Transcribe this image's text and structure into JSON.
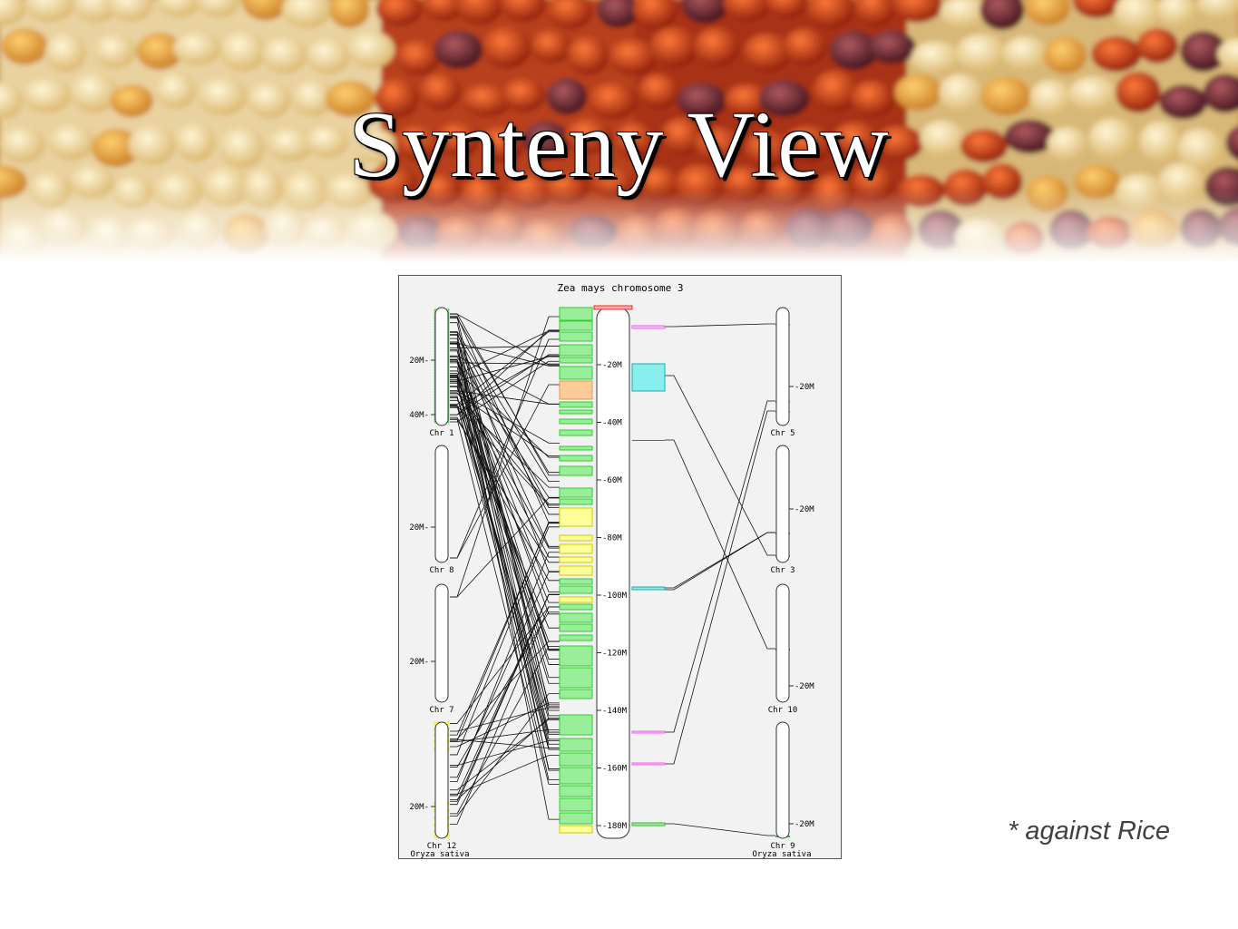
{
  "slide": {
    "title": "Synteny View",
    "footnote": "* against Rice"
  },
  "figure": {
    "title": "Zea mays chromosome 3",
    "left_species": "Oryza sativa",
    "right_species": "Oryza sativa",
    "center_ticks": [
      "20M",
      "40M",
      "60M",
      "80M",
      "100M",
      "120M",
      "140M",
      "160M",
      "180M"
    ],
    "left_chromosomes": [
      {
        "label": "Chr 1",
        "ticks": [
          "20M",
          "40M"
        ]
      },
      {
        "label": "Chr 8",
        "ticks": [
          "20M"
        ]
      },
      {
        "label": "Chr 7",
        "ticks": [
          "20M"
        ]
      },
      {
        "label": "Chr 12",
        "ticks": [
          "20M"
        ]
      }
    ],
    "right_chromosomes": [
      {
        "label": "Chr 5",
        "ticks": [
          "20M"
        ]
      },
      {
        "label": "Chr 3",
        "ticks": [
          "20M"
        ]
      },
      {
        "label": "Chr 10",
        "ticks": [
          "20M"
        ]
      },
      {
        "label": "Chr 9",
        "ticks": [
          "20M"
        ]
      }
    ],
    "colors": {
      "chr1": "#33cc33",
      "chr1_fill": "#99ee99",
      "chr8": "#3333cc",
      "chr7": "#e8a040",
      "chr12": "#e6e600",
      "chr12_fill": "#ffff99",
      "chr5": "#ee66ee",
      "chr3": "#22aaaa",
      "chr3_fill": "#88eeee",
      "chr10": "#aa33aa",
      "chr9": "#33bb33",
      "centromere_red": "#dd3333"
    }
  }
}
